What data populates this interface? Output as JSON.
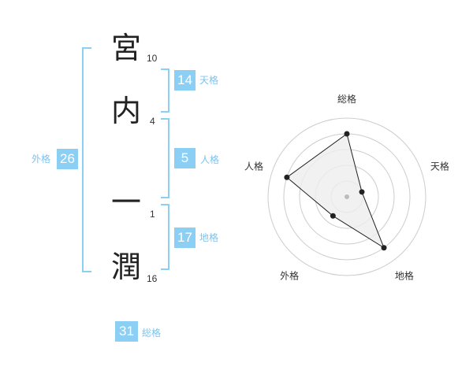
{
  "name": {
    "characters": [
      {
        "char": "宮",
        "strokes": "10"
      },
      {
        "char": "内",
        "strokes": "4"
      },
      {
        "char": "一",
        "strokes": "1"
      },
      {
        "char": "潤",
        "strokes": "16"
      }
    ]
  },
  "badges": {
    "tenkaku": {
      "value": "14",
      "label": "天格"
    },
    "jinkaku": {
      "value": "5",
      "label": "人格"
    },
    "chikaku": {
      "value": "17",
      "label": "地格"
    },
    "gaikaku": {
      "value": "26",
      "label": "外格"
    },
    "soukaku": {
      "value": "31",
      "label": "総格"
    }
  },
  "chart_data": {
    "type": "radar",
    "axes": [
      "総格",
      "天格",
      "地格",
      "外格",
      "人格"
    ],
    "values": [
      4,
      1,
      4,
      1.5,
      4
    ],
    "rmax": 5,
    "rings": 5,
    "colors": {
      "fill": "#eeeeee",
      "stroke": "#222222",
      "ring": "#cccccc",
      "point": "#222222",
      "center": "#bbbbbb"
    }
  }
}
